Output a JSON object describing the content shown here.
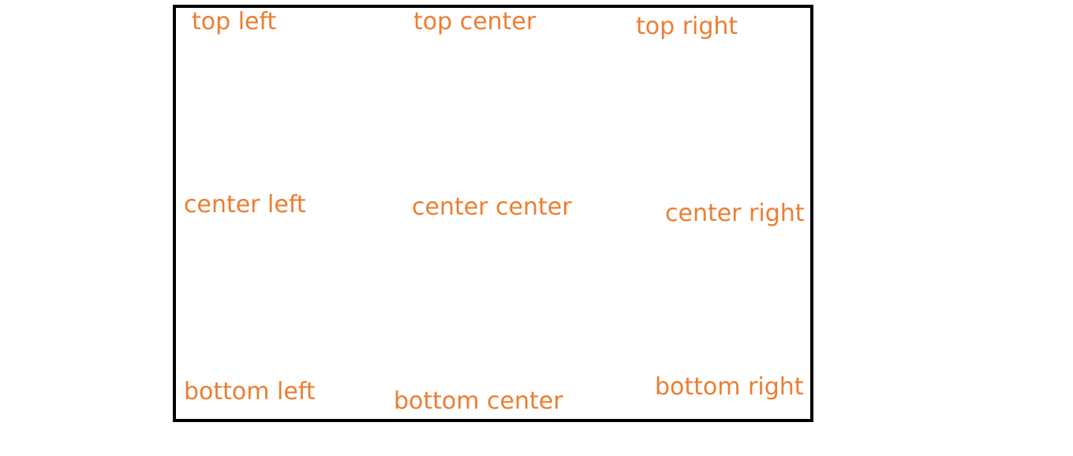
{
  "colors": {
    "text": "#ED7D31",
    "border": "#000000",
    "background": "#FFFFFF"
  },
  "labels": {
    "top_left": "top left",
    "top_center": "top center",
    "top_right": "top right",
    "center_left": "center left",
    "center_center": "center center",
    "center_right": "center right",
    "bottom_left": "bottom left",
    "bottom_center": "bottom center",
    "bottom_right": "bottom right"
  }
}
